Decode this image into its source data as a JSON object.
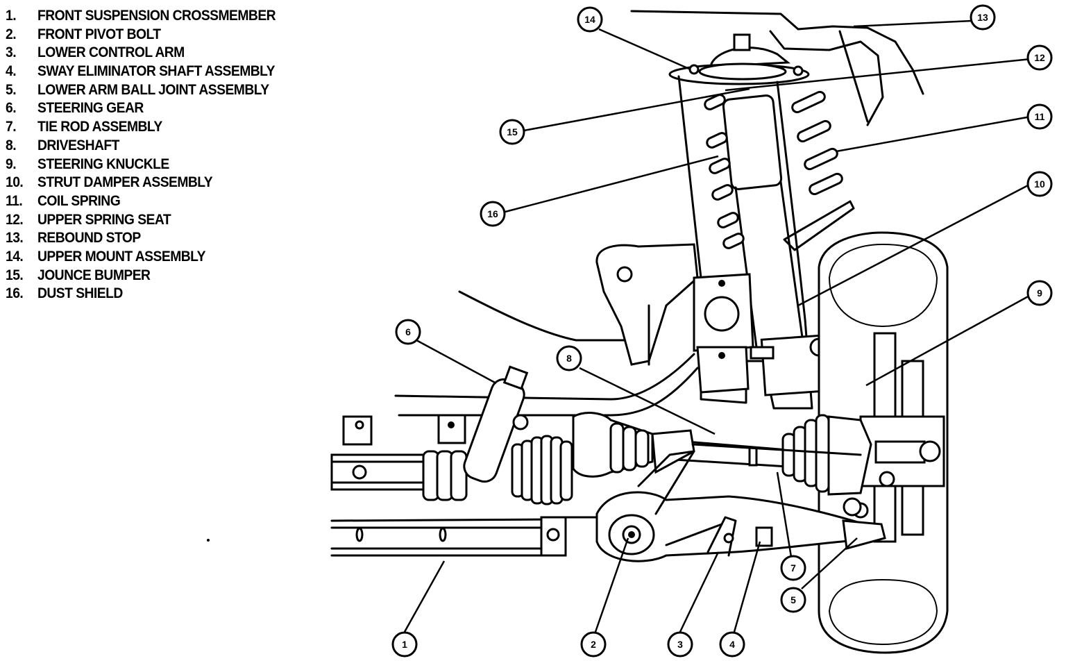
{
  "legend": [
    {
      "num": "1.",
      "label": "FRONT SUSPENSION CROSSMEMBER"
    },
    {
      "num": "2.",
      "label": "FRONT PIVOT BOLT"
    },
    {
      "num": "3.",
      "label": "LOWER CONTROL ARM"
    },
    {
      "num": "4.",
      "label": "SWAY ELIMINATOR SHAFT ASSEMBLY"
    },
    {
      "num": "5.",
      "label": "LOWER ARM BALL JOINT ASSEMBLY"
    },
    {
      "num": "6.",
      "label": "STEERING GEAR"
    },
    {
      "num": "7.",
      "label": "TIE ROD ASSEMBLY"
    },
    {
      "num": "8.",
      "label": "DRIVESHAFT"
    },
    {
      "num": "9.",
      "label": "STEERING KNUCKLE"
    },
    {
      "num": "10.",
      "label": "STRUT DAMPER ASSEMBLY"
    },
    {
      "num": "11.",
      "label": "COIL SPRING"
    },
    {
      "num": "12.",
      "label": "UPPER SPRING SEAT"
    },
    {
      "num": "13.",
      "label": "REBOUND STOP"
    },
    {
      "num": "14.",
      "label": "UPPER MOUNT ASSEMBLY"
    },
    {
      "num": "15.",
      "label": "JOUNCE BUMPER"
    },
    {
      "num": "16.",
      "label": "DUST SHIELD"
    }
  ],
  "callouts": [
    "1",
    "2",
    "3",
    "4",
    "5",
    "6",
    "7",
    "8",
    "9",
    "10",
    "11",
    "12",
    "13",
    "14",
    "15",
    "16"
  ]
}
